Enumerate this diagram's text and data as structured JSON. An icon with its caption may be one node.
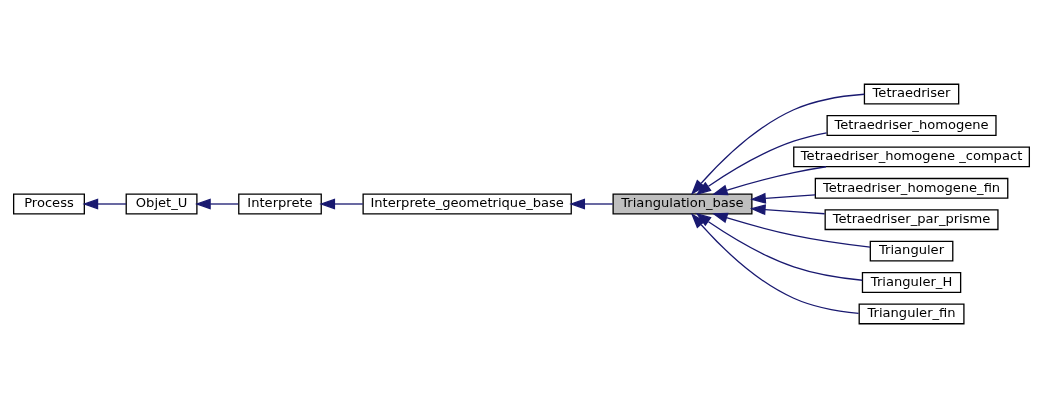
{
  "diagram": {
    "nodes": [
      {
        "text": [
          "Process"
        ]
      },
      {
        "text": [
          "Objet_U"
        ]
      },
      {
        "text": [
          "Interprete"
        ]
      },
      {
        "text": [
          "Interprete_geometrique_base"
        ]
      },
      {
        "text": [
          "Triangulation_base"
        ]
      },
      {
        "text": [
          "Tetraedriser"
        ]
      },
      {
        "text": [
          "Tetraedriser_homogene"
        ]
      },
      {
        "text": [
          "Tetraedriser_homogene _compact"
        ]
      },
      {
        "text": [
          "Tetraedriser_homogene_fin"
        ]
      },
      {
        "text": [
          "Tetraedriser_par_prisme"
        ]
      },
      {
        "text": [
          "Trianguler"
        ]
      },
      {
        "text": [
          "Trianguler_H"
        ]
      },
      {
        "text": [
          "Trianguler_fin"
        ]
      }
    ],
    "edges": [
      {
        "from": 1,
        "to": 0,
        "arrow": "to"
      },
      {
        "from": 2,
        "to": 1,
        "arrow": "to"
      },
      {
        "from": 3,
        "to": 2,
        "arrow": "to"
      },
      {
        "from": 4,
        "to": 3,
        "arrow": "to"
      },
      {
        "from": 5,
        "to": 4,
        "arrow": "to"
      },
      {
        "from": 6,
        "to": 4,
        "arrow": "to"
      },
      {
        "from": 7,
        "to": 4,
        "arrow": "to"
      },
      {
        "from": 8,
        "to": 4,
        "arrow": "to"
      },
      {
        "from": 9,
        "to": 4,
        "arrow": "to"
      },
      {
        "from": 10,
        "to": 4,
        "arrow": "to"
      },
      {
        "from": 11,
        "to": 4,
        "arrow": "to"
      },
      {
        "from": 12,
        "to": 4,
        "arrow": "to"
      }
    ]
  }
}
